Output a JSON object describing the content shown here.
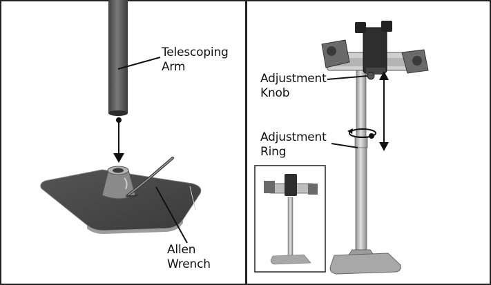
{
  "labels": {
    "telescoping": [
      "Telescoping",
      "Arm"
    ],
    "allen": [
      "Allen",
      "Wrench"
    ],
    "knob": [
      "Adjustment",
      "Knob"
    ],
    "ring": [
      "Adjustment",
      "Ring"
    ]
  },
  "colors": {
    "border": "#222222",
    "pole": "#5f5f5f",
    "pole_shadow": "#3a3a3a",
    "base": "#4a4a4a",
    "base_edge": "#9a9a9a",
    "metal": "#bdbdbd"
  }
}
